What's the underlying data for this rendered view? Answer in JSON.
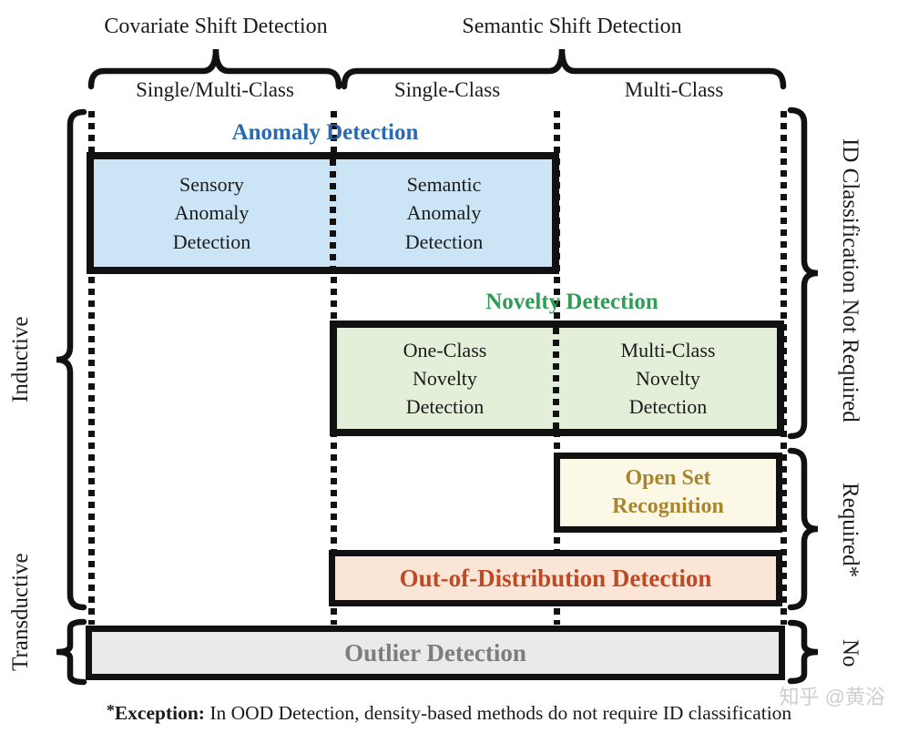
{
  "palette": {
    "line": "#111111",
    "text_dark": "#1b1b1b",
    "anomaly_fill": "#cbe5f6",
    "anomaly_title": "#2a6ab0",
    "novelty_fill": "#e3efd9",
    "novelty_title": "#2f9d55",
    "osr_fill": "#fcf8e6",
    "osr_text": "#a9852e",
    "ood_fill": "#fbe5d7",
    "ood_text": "#bd4a27",
    "outlier_fill": "#eaeaea",
    "outlier_text": "#7d7d7d",
    "watermark_color": "#c9c9c9"
  },
  "header": {
    "covariate": "Covariate Shift Detection",
    "semantic": "Semantic Shift Detection",
    "columns": {
      "col1": "Single/Multi-Class",
      "col2": "Single-Class",
      "col3": "Multi-Class"
    }
  },
  "anomaly": {
    "title": "Anomaly Detection",
    "left_cell": "Sensory\nAnomaly\nDetection",
    "right_cell": "Semantic\nAnomaly\nDetection"
  },
  "novelty": {
    "title": "Novelty Detection",
    "left_cell": "One-Class\nNovelty\nDetection",
    "right_cell": "Multi-Class\nNovelty\nDetection"
  },
  "osr": {
    "label": "Open Set\nRecognition"
  },
  "ood": {
    "label": "Out-of-Distribution Detection"
  },
  "outlier": {
    "label": "Outlier Detection"
  },
  "side": {
    "left_top": "Inductive",
    "left_bottom": "Transductive",
    "right_top": "ID Classification Not Required",
    "right_middle": "Required*",
    "right_bottom": "No"
  },
  "footnote": {
    "star": "*",
    "prefix": "Exception:",
    "body": " In OOD Detection, density-based methods do not require ID classification"
  },
  "watermark": "知乎 @黄浴"
}
